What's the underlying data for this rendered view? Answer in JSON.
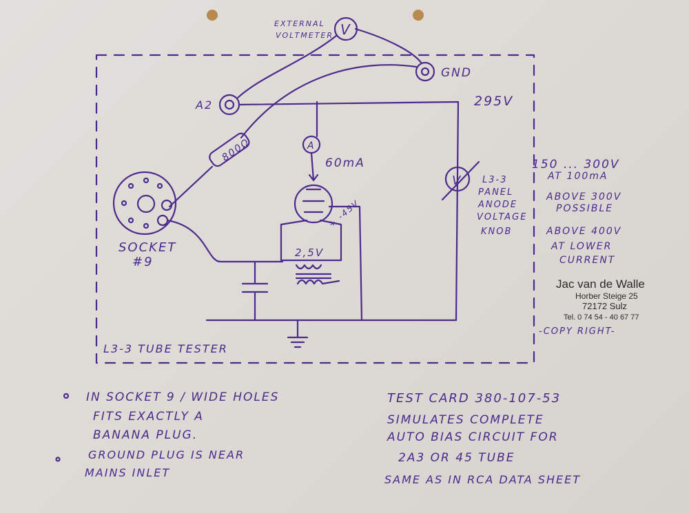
{
  "colors": {
    "ink": "#4b2a8c",
    "paper": "#dedbd7",
    "pin": "#b98a50",
    "print": "#2a2a2a"
  },
  "schematic": {
    "external_voltmeter": [
      "EXTERNAL",
      "VOLTMETER"
    ],
    "voltmeter_symbol": "V",
    "gnd": "GND",
    "a2": "A2",
    "supply_voltage": "295V",
    "resistor": "800Ω",
    "ammeter_symbol": "A",
    "current": "60mA",
    "bias": "+ -45V",
    "panel_voltmeter_symbol": "V",
    "panel_label": [
      "L3-3",
      "PANEL",
      "ANODE",
      "VOLTAGE",
      "KNOB"
    ],
    "socket": [
      "SOCKET",
      "#9"
    ],
    "heater": "2,5V",
    "tester_label": "L3-3 TUBE TESTER"
  },
  "side_notes": [
    "150 ... 300V",
    "AT 100mA",
    "ABOVE 300V",
    "POSSIBLE",
    "ABOVE 400V",
    "AT LOWER",
    "CURRENT"
  ],
  "address": {
    "name": "Jac van de Walle",
    "street": "Horber Steige 25",
    "city": "72172 Sulz",
    "phone": "Tel. 0 74 54 - 40 67 77"
  },
  "copyright": "-COPY RIGHT-",
  "notes_left": [
    "IN SOCKET 9 / WIDE HOLES",
    "FITS EXACTLY A",
    "BANANA PLUG.",
    "GROUND PLUG IS NEAR",
    "MAINS INLET"
  ],
  "notes_right": [
    "TEST CARD  380-107-53",
    "SIMULATES COMPLETE",
    "AUTO BIAS CIRCUIT FOR",
    "2A3 OR 45 TUBE",
    "SAME AS IN RCA DATA SHEET"
  ]
}
